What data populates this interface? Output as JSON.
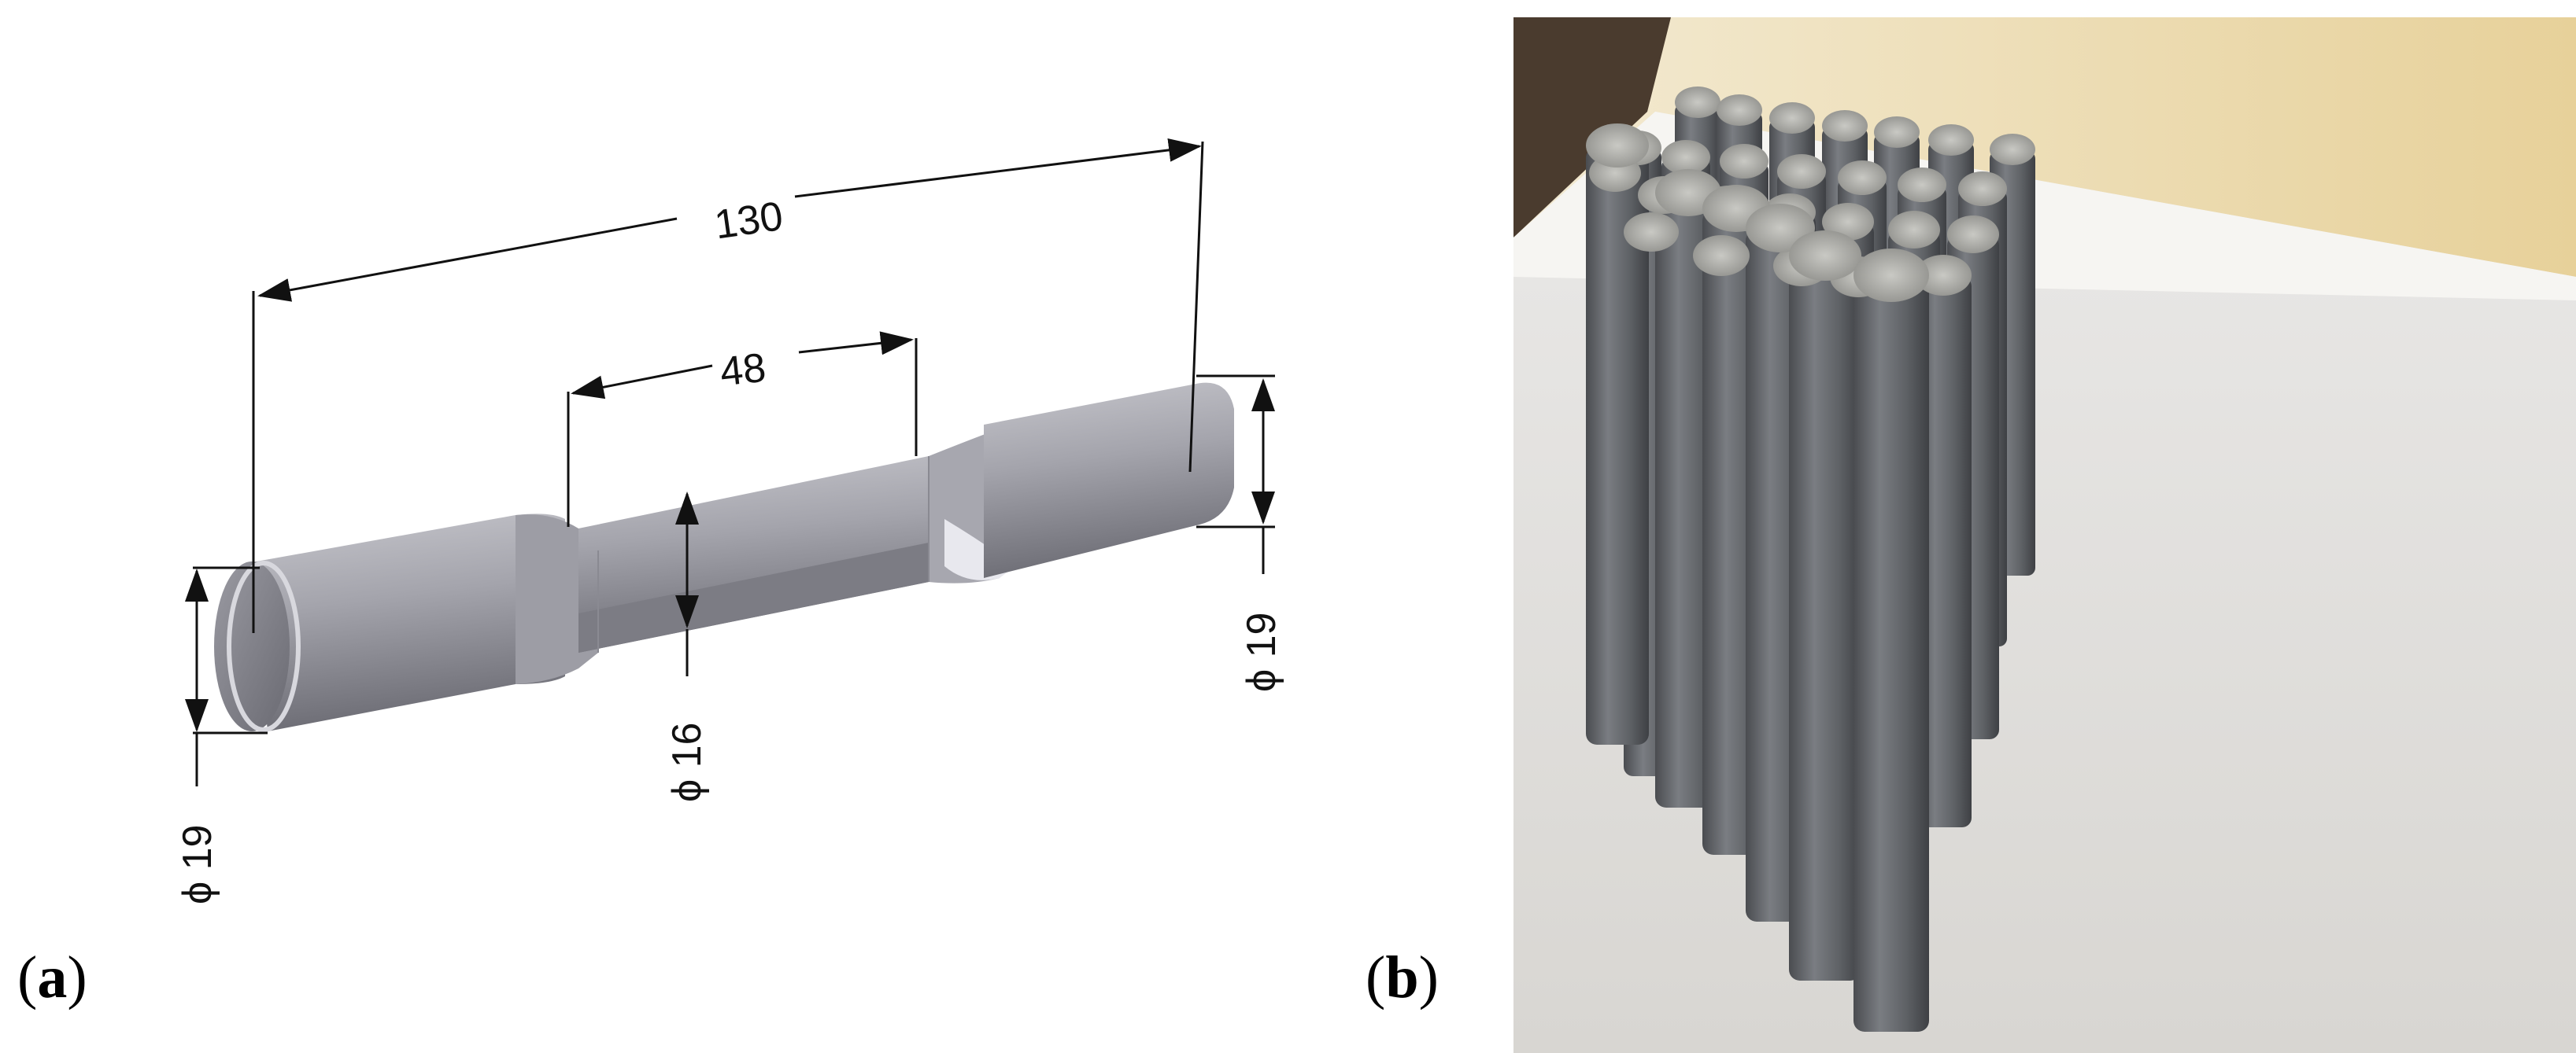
{
  "figure": {
    "panel_a": {
      "label_open": "(",
      "label_letter": "a",
      "label_close": ")",
      "dims": {
        "total_length": "130",
        "gauge_length": "48",
        "diameter_left": "ϕ 19",
        "diameter_gauge": "ϕ 16",
        "diameter_right": "ϕ 19"
      }
    },
    "panel_b": {
      "label_open": "(",
      "label_letter": "b",
      "label_close": ")"
    },
    "colors": {
      "specimen_light": "#b9b9c0",
      "specimen_mid": "#8f8f97",
      "specimen_dark": "#5a5a62",
      "dim_line": "#111111",
      "photo_table": "#e6e4e1",
      "photo_wall": "#e8d7a6",
      "rod_metal": "#6b6e72"
    }
  }
}
